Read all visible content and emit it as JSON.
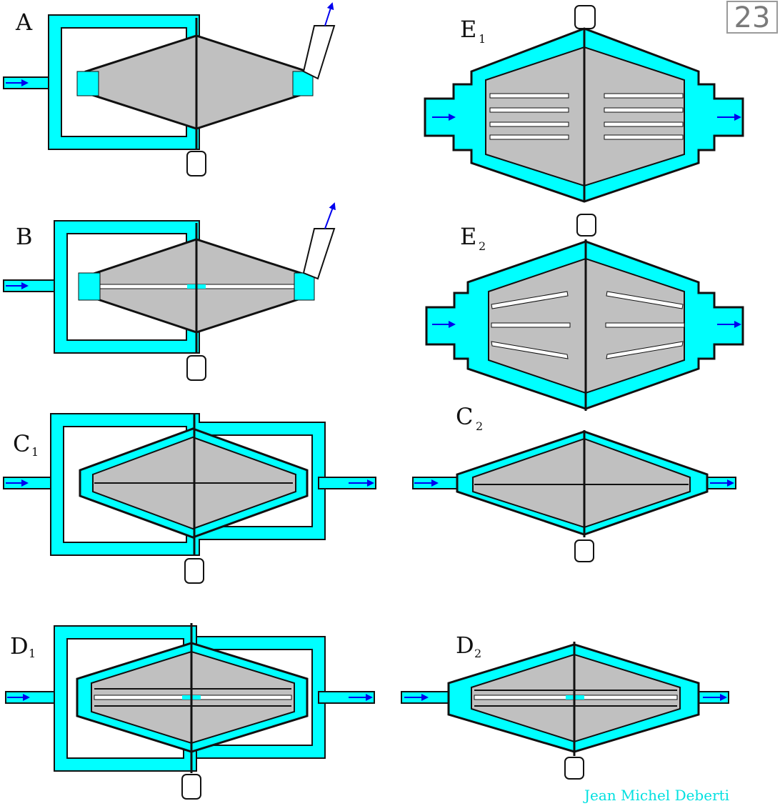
{
  "page_number": "23",
  "credit": "Jean Michel Deberti",
  "colors": {
    "fluid": "#00ffff",
    "chamber": "#c0c0c0",
    "arrow": "#0000ee",
    "outline": "#111111",
    "credit": "#00e0e0"
  },
  "panels": [
    {
      "id": "A",
      "label": "A",
      "sub": ""
    },
    {
      "id": "B",
      "label": "B",
      "sub": ""
    },
    {
      "id": "C1",
      "label": "C",
      "sub": "1"
    },
    {
      "id": "D1",
      "label": "D",
      "sub": "1"
    },
    {
      "id": "E1",
      "label": "E",
      "sub": "1"
    },
    {
      "id": "E2",
      "label": "E",
      "sub": "2"
    },
    {
      "id": "C2",
      "label": "C",
      "sub": "2"
    },
    {
      "id": "D2",
      "label": "D",
      "sub": "2"
    }
  ]
}
